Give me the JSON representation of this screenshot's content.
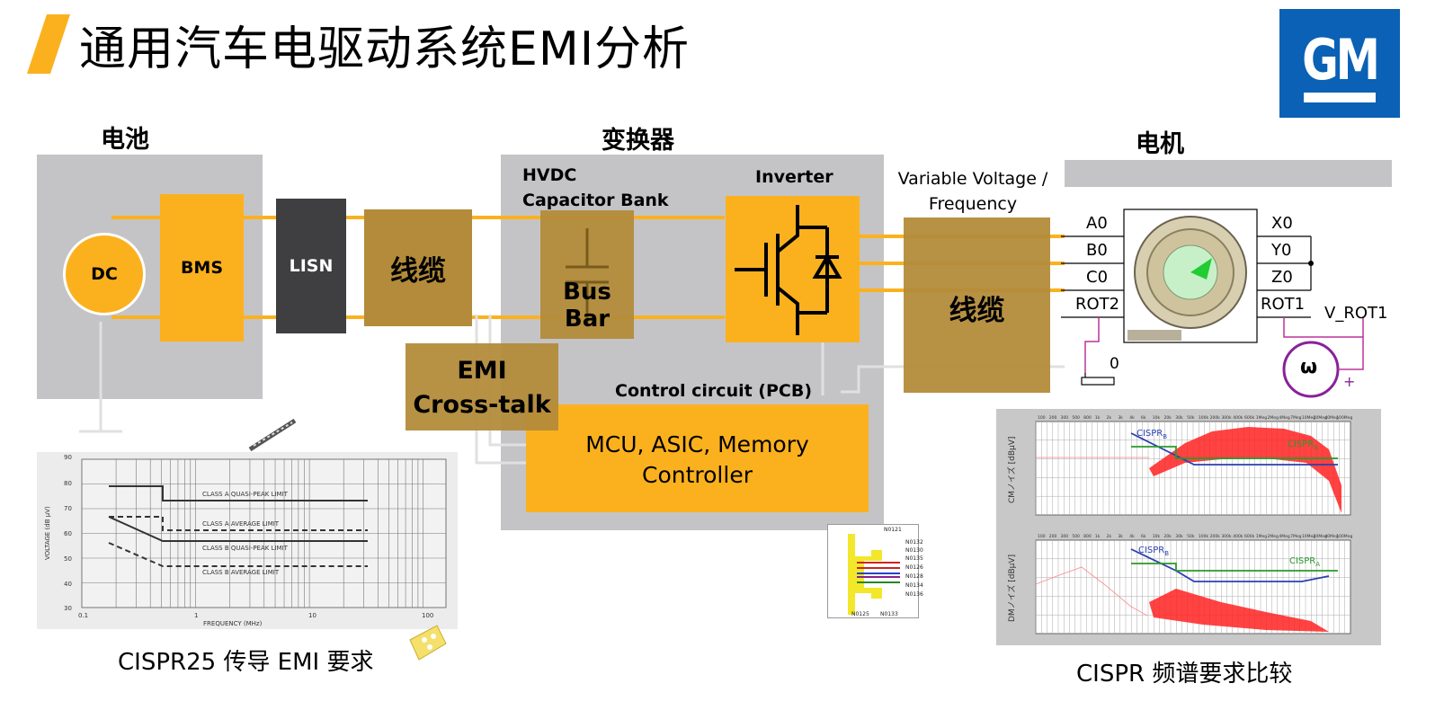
{
  "slide": {
    "title": "通用汽车电驱动系统EMI分析",
    "logo_text": "GM",
    "colors": {
      "orange": "#fbb11e",
      "brown": "#b38b3a",
      "grey": "#c4c4c6",
      "dark": "#3f3e40",
      "gm_blue": "#0a61b5"
    }
  },
  "sections": {
    "battery": "电池",
    "converter": "变换器",
    "motor": "电机"
  },
  "blocks": {
    "dc": "DC",
    "bms": "BMS",
    "lisn": "LISN",
    "cable1": "线缆",
    "hvdc_line1": "HVDC",
    "hvdc_line2": "Capacitor Bank",
    "busbar": "Bus Bar",
    "inverter": "Inverter",
    "vvf_line1": "Variable Voltage /",
    "vvf_line2": "Frequency",
    "cable2": "线缆",
    "emi_line1": "EMI",
    "emi_line2": "Cross-talk",
    "control_title": "Control circuit (PCB)",
    "mcu_line1": "MCU, ASIC, Memory",
    "mcu_line2": "Controller"
  },
  "motor_schematic": {
    "left_ports": [
      "A0",
      "B0",
      "C0",
      "ROT2"
    ],
    "right_ports": [
      "X0",
      "Y0",
      "Z0",
      "ROT1"
    ],
    "ground_label": "0",
    "source_label": "V_ROT1",
    "source_symbol": "ω",
    "plus": "+"
  },
  "pcb_labels": [
    "N0121",
    "N0132",
    "N0130",
    "N0135",
    "N0126",
    "N0128",
    "N0134",
    "N0136",
    "N0125",
    "N0133"
  ],
  "cispr25_chart": {
    "caption": "CISPR25 传导 EMI 要求",
    "ylabel": "VOLTAGE (dB μV)",
    "xlabel": "FREQUENCY (MHz)",
    "y_ticks": [
      "90",
      "80",
      "70",
      "60",
      "50",
      "40",
      "30"
    ],
    "x_ticks": [
      "0.1",
      "1",
      "10",
      "100"
    ],
    "limit_labels": [
      "CLASS A QUASI-PEAK LIMIT",
      "CLASS A AVERAGE LIMIT",
      "CLASS B QUASI-PEAK LIMIT",
      "CLASS B AVERAGE LIMIT"
    ]
  },
  "spectrum": {
    "caption": "CISPR 频谱要求比较",
    "cm_ylabel": "CMノイズ [dBμV]",
    "dm_ylabel": "DMノイズ [dBμV]",
    "freq_ticks": [
      "100",
      "200",
      "300",
      "500",
      "800",
      "1k",
      "2k",
      "3k",
      "4k",
      "6k",
      "10k",
      "20k",
      "30k",
      "50k",
      "100k",
      "200k",
      "300k",
      "400k",
      "600k",
      "1Meg",
      "2Meg",
      "4Meg",
      "7Meg",
      "10Meg",
      "20Meg",
      "40Meg",
      "100Meg"
    ],
    "legend_b": "CISPR",
    "legend_b_sub": "B",
    "legend_a": "CISPR",
    "legend_a_sub": "A"
  }
}
